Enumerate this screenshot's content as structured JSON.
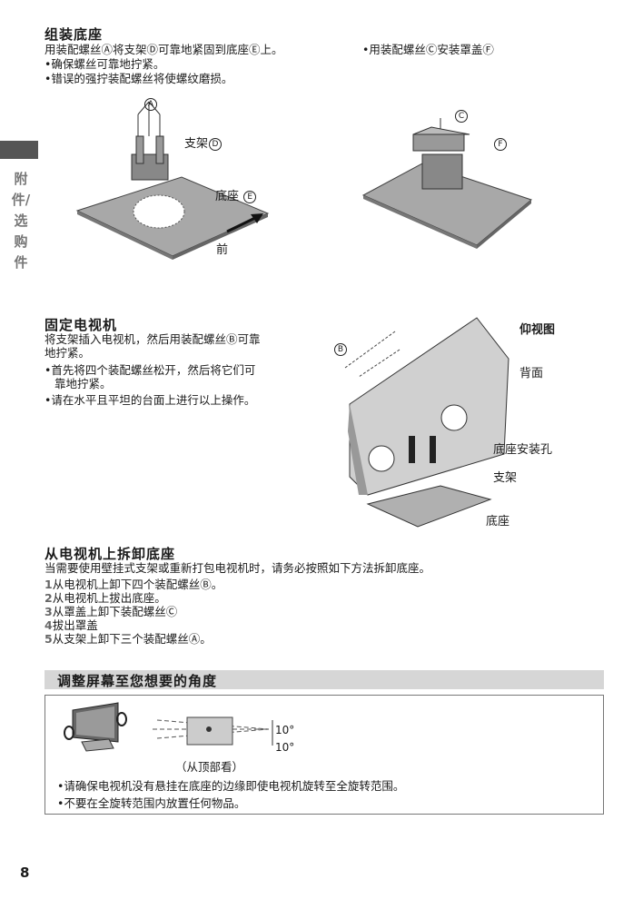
{
  "sidebar": {
    "chapter_text": "附件/选购件"
  },
  "assemble": {
    "heading": "组装底座",
    "intro": "用装配螺丝Ⓐ将支架Ⓓ可靠地紧固到底座Ⓔ上。",
    "bullets": [
      "•确保螺丝可靠地拧紧。",
      "•错误的强拧装配螺丝将使螺纹磨损。"
    ],
    "right_note": "•用装配螺丝Ⓒ安装罩盖Ⓕ",
    "fig1_labels": {
      "a": "A",
      "bracket": "支架",
      "bracket_mark": "D",
      "base": "底座",
      "base_mark": "E",
      "front": "前"
    },
    "fig2_labels": {
      "c": "C",
      "f": "F"
    }
  },
  "fix_tv": {
    "heading": "固定电视机",
    "intro": [
      "将支架插入电视机，然后用装配螺丝Ⓑ可靠",
      "地拧紧。"
    ],
    "bullets": [
      "•首先将四个装配螺丝松开，然后将它们可",
      "靠地拧紧。",
      "•请在水平且平坦的台面上进行以上操作。"
    ],
    "fig_labels": {
      "b": "B",
      "bottom_view": "仰视图",
      "back": "背面",
      "holes": "底座安装孔",
      "bracket": "支架",
      "base": "底座"
    }
  },
  "remove": {
    "heading": "从电视机上拆卸底座",
    "intro": "当需要使用壁挂式支架或重新打包电视机时，请务必按照如下方法拆卸底座。",
    "steps": [
      {
        "num": "1",
        "text": "从电视机上卸下四个装配螺丝Ⓑ。"
      },
      {
        "num": "2",
        "text": "从电视机上拔出底座。"
      },
      {
        "num": "3",
        "text": "从罩盖上卸下装配螺丝Ⓒ"
      },
      {
        "num": "4",
        "text": "拔出罩盖"
      },
      {
        "num": "5",
        "text": "从支架上卸下三个装配螺丝Ⓐ。"
      }
    ]
  },
  "angle": {
    "heading": "调整屏幕至您想要的角度",
    "deg_top": "10°",
    "deg_bottom": "10°",
    "caption": "（从顶部看）",
    "bullets": [
      "•请确保电视机没有悬挂在底座的边缘即使电视机旋转至全旋转范围。",
      "•不要在全旋转范围内放置任何物品。"
    ]
  },
  "page_number": "8"
}
